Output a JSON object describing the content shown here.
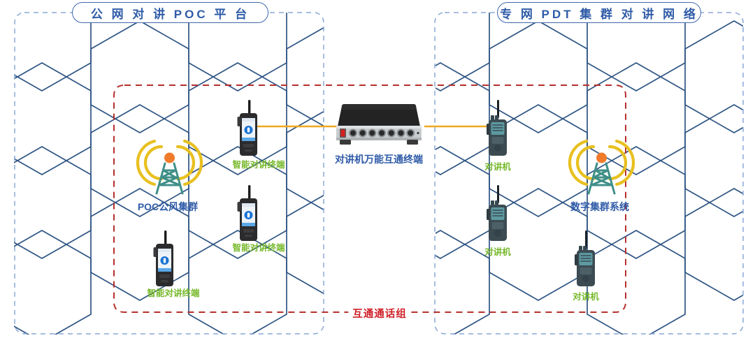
{
  "diagram": {
    "title_left": "公 网 对 讲 POC 平 台",
    "title_right": "专 网 PDT 集 群 对 讲 网 络",
    "interop_group_label": "互通通话组",
    "gateway_label": "对讲机万能互通终端",
    "poc_cluster_label": "POC公风集群",
    "pdt_cluster_label": "数字集群系统",
    "smart_terminal_label_1": "智能对讲终端",
    "smart_terminal_label_2": "智能对讲终端",
    "smart_terminal_label_3": "智能对讲终端",
    "radio_label_1": "对讲机",
    "radio_label_2": "对讲机",
    "radio_label_3": "对讲机"
  },
  "colors": {
    "panel_border_blue": "#8aa9d6",
    "hex_stroke": "#2f5584",
    "interop_red": "#b5302c",
    "label_green": "#76b82a",
    "label_blue": "#2f5ba8",
    "label_red": "#cf2027",
    "link_yellow": "#f0a81e",
    "tower_teal": "#3f8f88",
    "tower_wave_yellow": "#e8c020",
    "tower_dot_orange": "#f07b2b",
    "gateway_body_black": "#232323",
    "gateway_panel_silver": "#c8ccce",
    "gateway_switch_red": "#d61f1f"
  },
  "gateway": {
    "port_count": 8,
    "has_power_switch": true
  }
}
